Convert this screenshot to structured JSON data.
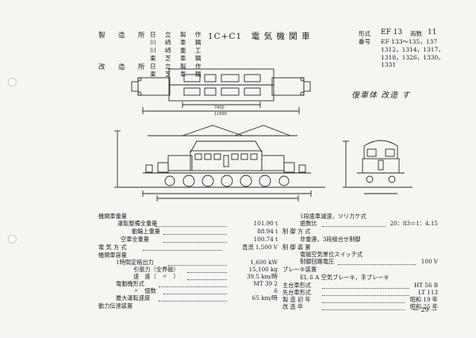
{
  "header": {
    "manufacturer_label": "製　造　所",
    "manufacturers": [
      "日　立　製　作",
      "川　崎　車　輛",
      "川　崎　重　工",
      "東　芝　車　輛"
    ],
    "rebuilder_label": "改　造　所",
    "rebuilders": [
      "日　立　製　作",
      "東　芝　車　輛"
    ],
    "title": "1C+C1　電 気 機 関 車",
    "model_label": "形式",
    "model": "EF 13",
    "count_label": "両数",
    "count": "11",
    "number_label": "番号",
    "numbers": [
      "EF 133～135，137",
      "1312，1314，1317，",
      "1318，1326，1330，",
      "1331"
    ],
    "handwritten_note": "復車体 改造 す"
  },
  "specs_left": [
    {
      "label": "機関車重量",
      "value": ""
    },
    {
      "label": "運転整備全重量",
      "value": "101.90 t"
    },
    {
      "label": "動輪上重量",
      "value": "88.94 t"
    },
    {
      "label": "空車全重量",
      "value": "100.74 t"
    },
    {
      "label": "電 気 方 式",
      "value": "直流 1,500 V"
    },
    {
      "label": "機関車容量",
      "value": ""
    },
    {
      "label": "1時間定格出力",
      "value": "1,600 kW"
    },
    {
      "label": "引張力（全界磁）",
      "value": "15,100 kg"
    },
    {
      "label": "速　度（　〃　）",
      "value": "39.5 km/時"
    },
    {
      "label": "電動機形式",
      "value": "MT 39 2"
    },
    {
      "label": "〃　個数",
      "value": "6"
    },
    {
      "label": "最大運転速度",
      "value": "65 km/時"
    },
    {
      "label": "動力伝達装置",
      "value": ""
    }
  ],
  "specs_right": [
    {
      "label": "1段歯車減速，ツリカケ式",
      "value": ""
    },
    {
      "label": "歯数比",
      "value": "20：83＝1：4.15"
    },
    {
      "label": "制 御 方 式",
      "value": ""
    },
    {
      "label": "非重連，3段組合せ制御",
      "value": ""
    },
    {
      "label": "制 御 装 置",
      "value": ""
    },
    {
      "label": "電磁空気単位スイッチ式",
      "value": ""
    },
    {
      "label": "制御回路電圧",
      "value": "100 V"
    },
    {
      "label": "ブレーキ装置",
      "value": ""
    },
    {
      "label": "EL 6 A 空気ブレーキ，手ブレーキ",
      "value": ""
    },
    {
      "label": "主台車形式",
      "value": "HT 56 B"
    },
    {
      "label": "先台車形式",
      "value": "LT 113"
    },
    {
      "label": "製 造 初 年",
      "value": "昭和 19 年"
    },
    {
      "label": "改 造 年",
      "value": "昭和 25 年"
    }
  ],
  "dims": {
    "plan_inner": "7400",
    "plan_outer": "11690"
  },
  "page_number": "— 29 —"
}
